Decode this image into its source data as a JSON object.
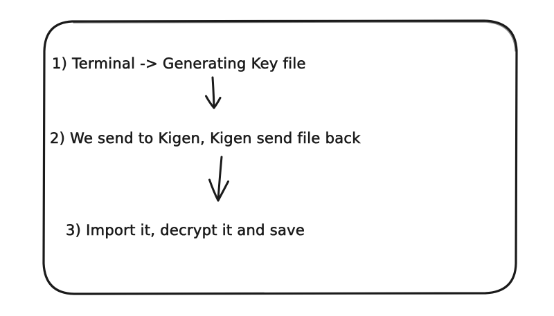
{
  "diagram": {
    "type": "flow",
    "background_color": "#ffffff",
    "stroke_color": "#1b1b1b",
    "frame": {
      "shape": "rounded-rectangle"
    },
    "steps": [
      {
        "text": "1) Terminal -> Generating Key file"
      },
      {
        "text": "2) We send to Kigen, Kigen send file back"
      },
      {
        "text": "3) Import it, decrypt it and save"
      }
    ],
    "connectors": [
      {
        "icon": "arrow-down-icon",
        "from_step": 1,
        "to_step": 2
      },
      {
        "icon": "arrow-down-icon",
        "from_step": 2,
        "to_step": 3
      }
    ]
  }
}
